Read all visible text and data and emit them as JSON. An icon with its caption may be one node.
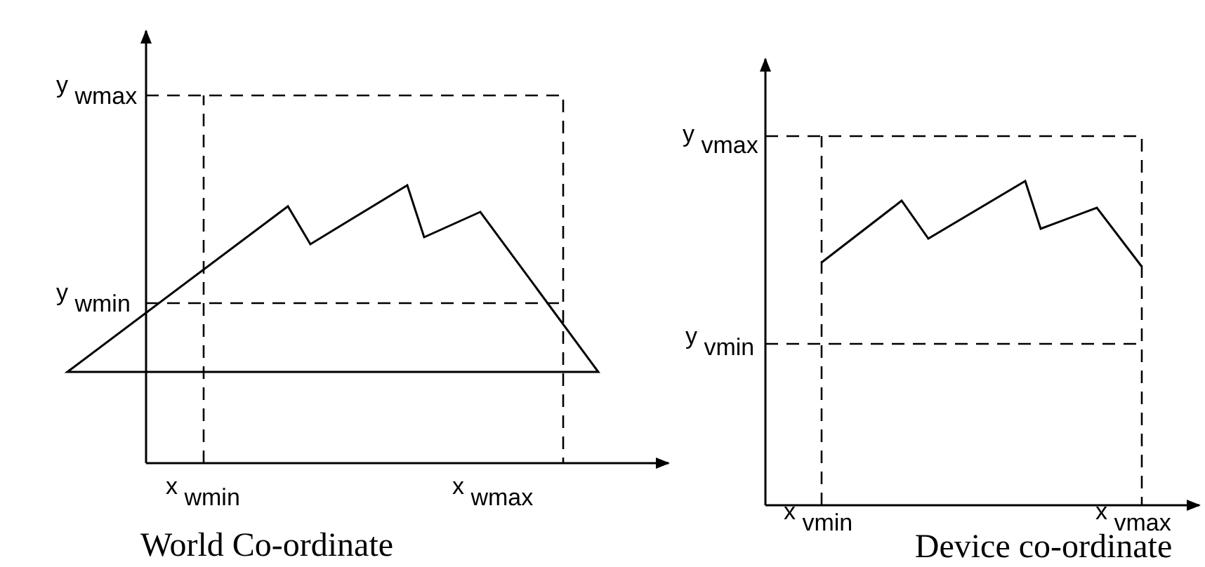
{
  "diagram": {
    "labels": [
      "y $_{wmax}$",
      "y $_{wmin}$",
      "x $_{wmin}$",
      "x $_{wmax}$",
      "World Co-ordinate",
      "y $_{vmax}$",
      "y $_{vmin}$",
      "x $_{vmin}$",
      "x $_{vmax}$",
      "Device co-ordinate"
    ]
  }
}
